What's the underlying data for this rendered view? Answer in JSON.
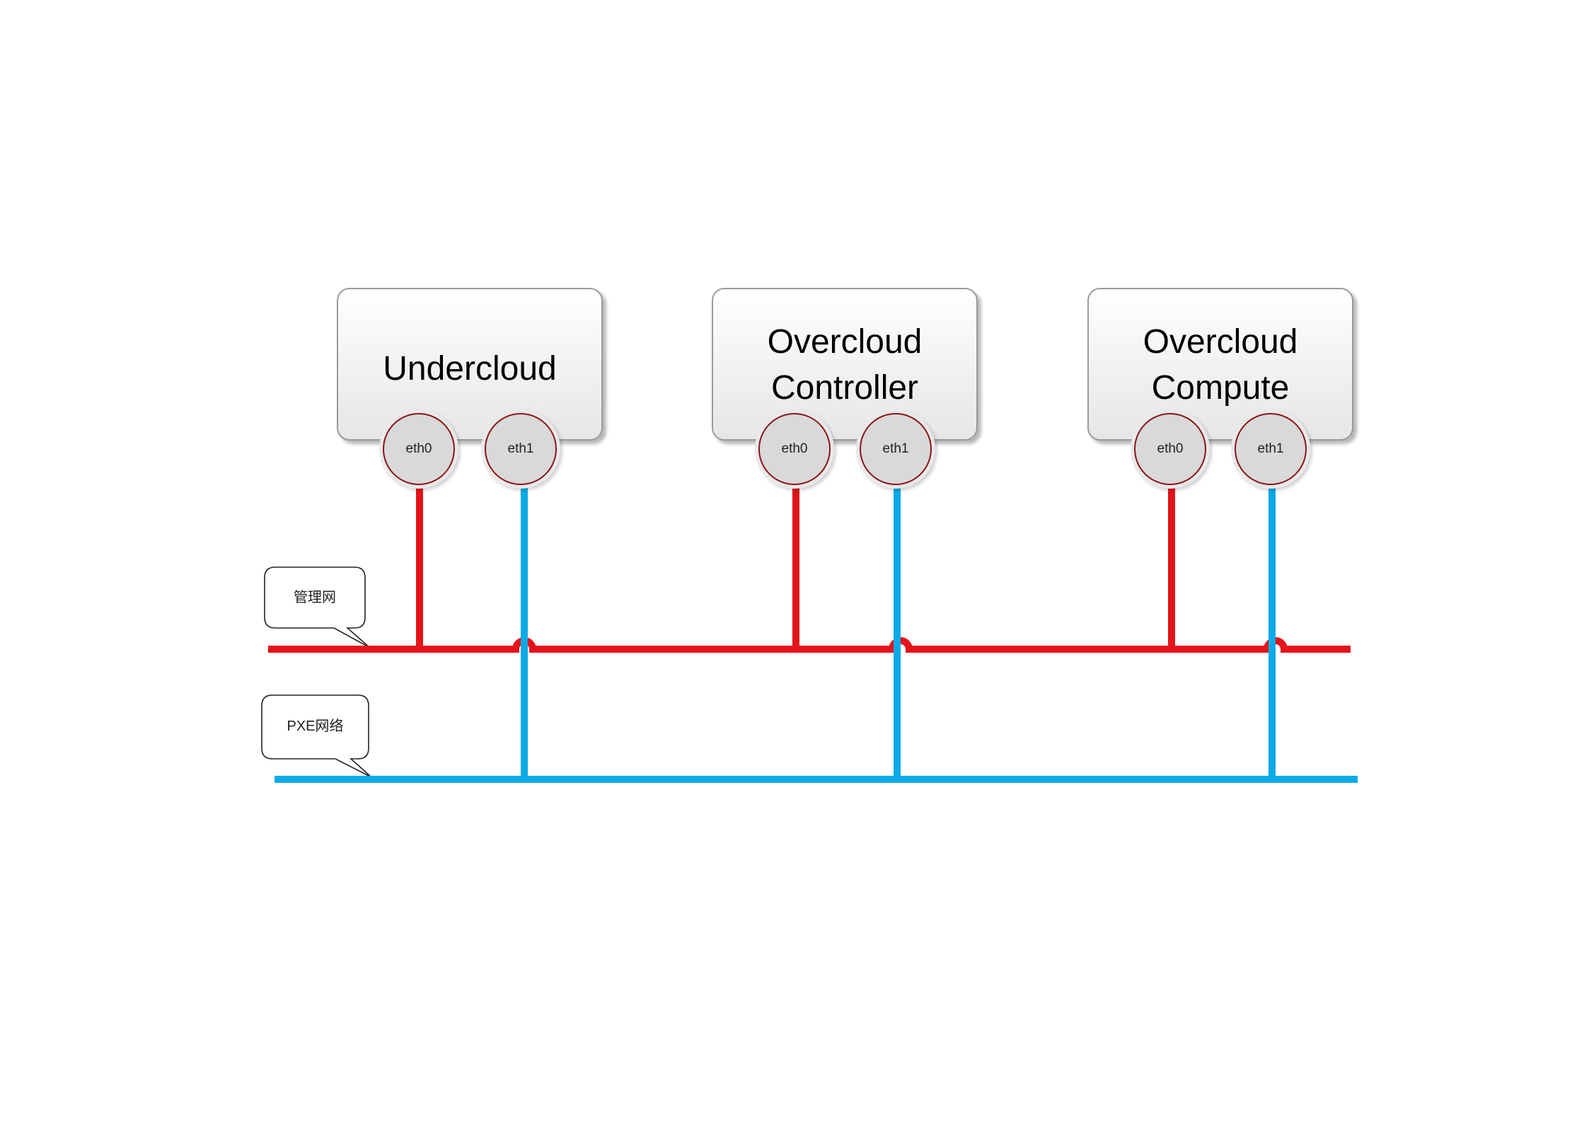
{
  "nodes": [
    {
      "id": "undercloud",
      "title": "Undercloud",
      "ports": [
        "eth0",
        "eth1"
      ]
    },
    {
      "id": "overcloud-controller",
      "title": "Overcloud\nController",
      "ports": [
        "eth0",
        "eth1"
      ]
    },
    {
      "id": "overcloud-compute",
      "title": "Overcloud\nCompute",
      "ports": [
        "eth0",
        "eth1"
      ]
    }
  ],
  "networks": {
    "management": {
      "label": "管理网",
      "color": "#e3141b"
    },
    "pxe": {
      "label": "PXE网络",
      "color": "#0aaae6"
    }
  }
}
